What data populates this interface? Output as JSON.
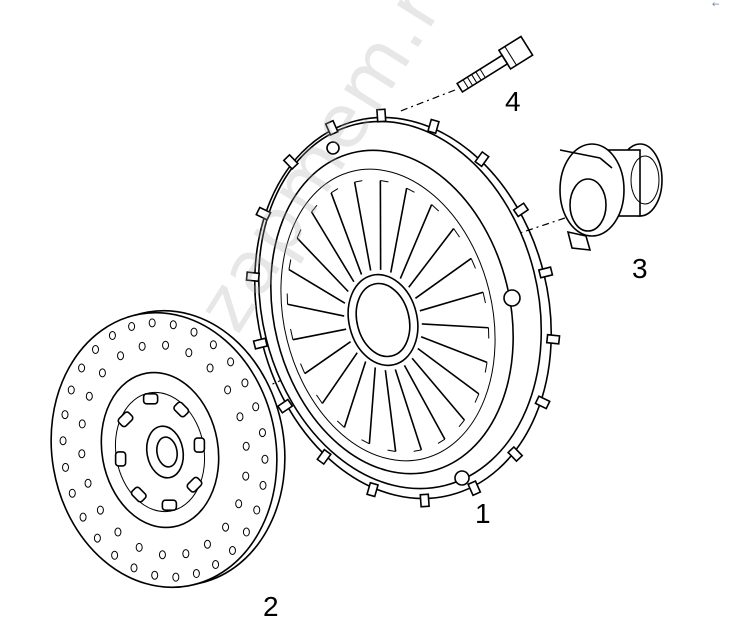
{
  "diagram": {
    "callouts": {
      "pressure_plate": "1",
      "clutch_disc": "2",
      "release_bearing": "3",
      "bolt": "4"
    },
    "watermark": "zapmem.ru",
    "corner_mark": "←"
  },
  "colors": {
    "line": "#000000",
    "background": "#ffffff",
    "watermark": "#aaaaaa"
  }
}
